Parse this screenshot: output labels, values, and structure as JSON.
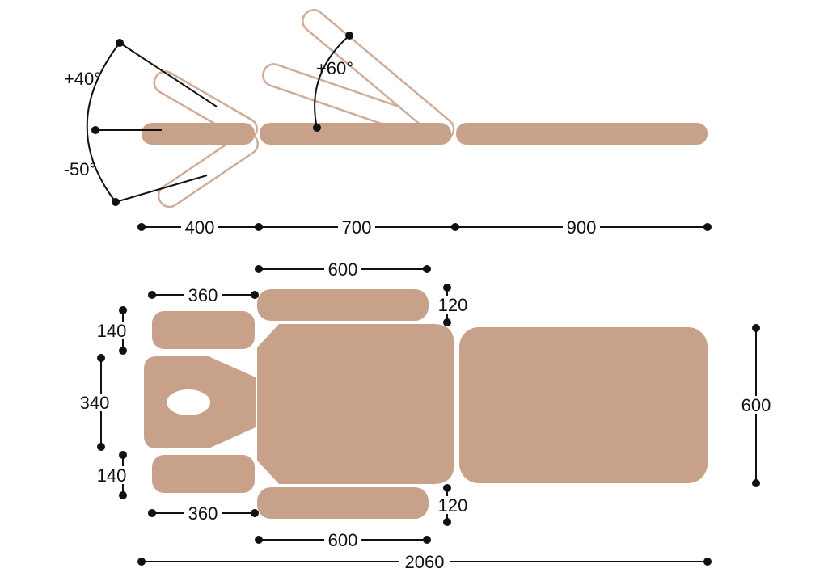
{
  "colors": {
    "cushion": "#C8A18A",
    "ghost": "#CFAD98",
    "line": "#111111",
    "background": "#FFFFFF"
  },
  "side_view": {
    "headrest_up_angle": "+40°",
    "headrest_down_angle": "-50°",
    "backrest_angle": "+60°",
    "head_section_length": "400",
    "middle_section_length": "700",
    "leg_section_length": "900"
  },
  "top_view": {
    "bolster_top_length": "600",
    "bolster_top_width": "120",
    "bolster_bottom_length": "600",
    "bolster_bottom_width": "120",
    "armrest_top_length": "360",
    "armrest_top_width": "140",
    "armrest_bottom_length": "360",
    "armrest_bottom_width": "140",
    "head_section_width": "340",
    "table_width": "600",
    "total_length": "2060"
  }
}
